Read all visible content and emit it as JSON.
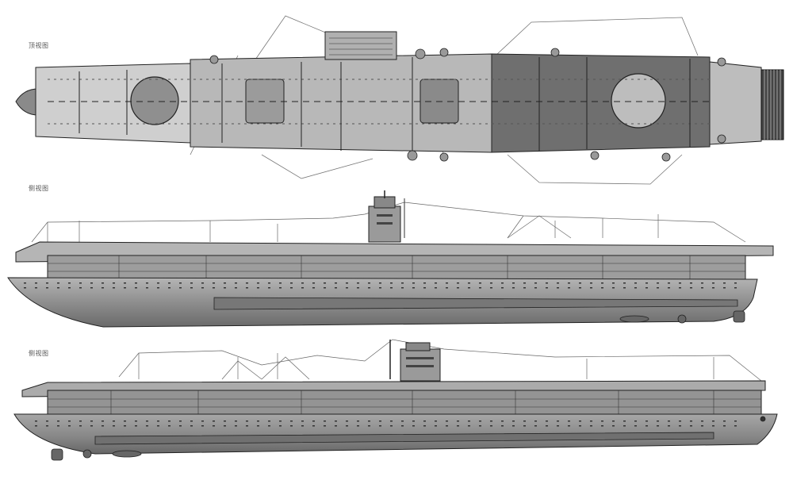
{
  "labels": {
    "top_view": "顶视图",
    "side_view_1": "侧视图",
    "side_view_2": "侧视图"
  },
  "colors": {
    "deck_light": "#c9c9c9",
    "deck_dark": "#6e6e6e",
    "hull": "#8c8c8c",
    "line": "#2b2b2b",
    "rigging": "#555555"
  }
}
